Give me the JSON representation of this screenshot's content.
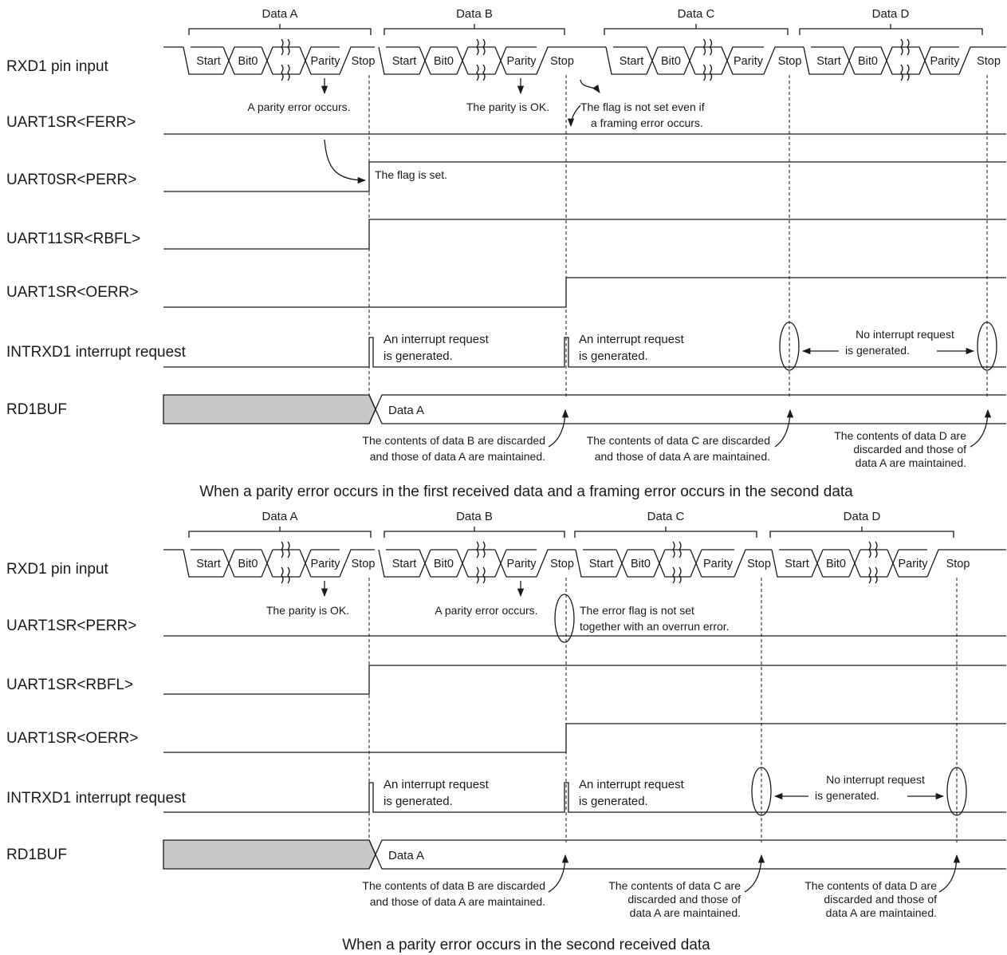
{
  "top": {
    "group_labels": [
      "Data A",
      "Data B",
      "Data C",
      "Data D"
    ],
    "signals": [
      "RXD1 pin input",
      "UART1SR<FERR>",
      "UART0SR<PERR>",
      "UART11SR<RBFL>",
      "UART1SR<OERR>",
      "INTRXD1 interrupt request",
      "RD1BUF"
    ],
    "cells": [
      "Start",
      "Bit0",
      "Parity",
      "Stop"
    ],
    "notes": {
      "parity_error": "A parity error occurs.",
      "parity_ok": "The parity is OK.",
      "ferr_line1": "The flag is not set even if",
      "ferr_line2": "a framing error occurs.",
      "flag_set": "The flag is set.",
      "irq_line1": "An interrupt request",
      "irq_line2": "is generated.",
      "no_irq_line1": "No interrupt request",
      "no_irq_line2": "is generated.",
      "buffer_value": "Data A",
      "discard_b_1": "The contents of data B are discarded",
      "discard_b_2": "and those of data A are maintained.",
      "discard_c_1": "The contents of data C are discarded",
      "discard_c_2": "and those of data A are maintained.",
      "discard_d_1": "The contents of data D are",
      "discard_d_2": "discarded and those of",
      "discard_d_3": "data A are maintained."
    },
    "caption": "When a parity error occurs in the first received data and a framing error occurs in the second data"
  },
  "bottom": {
    "group_labels": [
      "Data A",
      "Data B",
      "Data C",
      "Data D"
    ],
    "signals": [
      "RXD1 pin input",
      "UART1SR<PERR>",
      "UART1SR<RBFL>",
      "UART1SR<OERR>",
      "INTRXD1 interrupt request",
      "RD1BUF"
    ],
    "cells": [
      "Start",
      "Bit0",
      "Parity",
      "Stop"
    ],
    "notes": {
      "parity_ok": "The parity is OK.",
      "parity_error": "A parity error occurs.",
      "err_flag_line1": "The error flag is not set",
      "err_flag_line2": "together with an overrun error.",
      "irq_line1": "An interrupt request",
      "irq_line2": "is generated.",
      "no_irq_line1": "No interrupt request",
      "no_irq_line2": "is generated.",
      "buffer_value": "Data A",
      "discard_b_1": "The contents of data B are discarded",
      "discard_b_2": "and those of data A are maintained.",
      "discard_c_1": "The contents of data C are",
      "discard_c_2": "discarded and those of",
      "discard_c_3": "data A are maintained.",
      "discard_d_1": "The contents of data D are",
      "discard_d_2": "discarded and those of",
      "discard_d_3": "data A are maintained."
    },
    "caption": "When a parity error occurs in the second received data"
  },
  "colors": {
    "line": "#1a1a1a",
    "buffer_fill": "#c8c8c8",
    "background": "#ffffff"
  }
}
